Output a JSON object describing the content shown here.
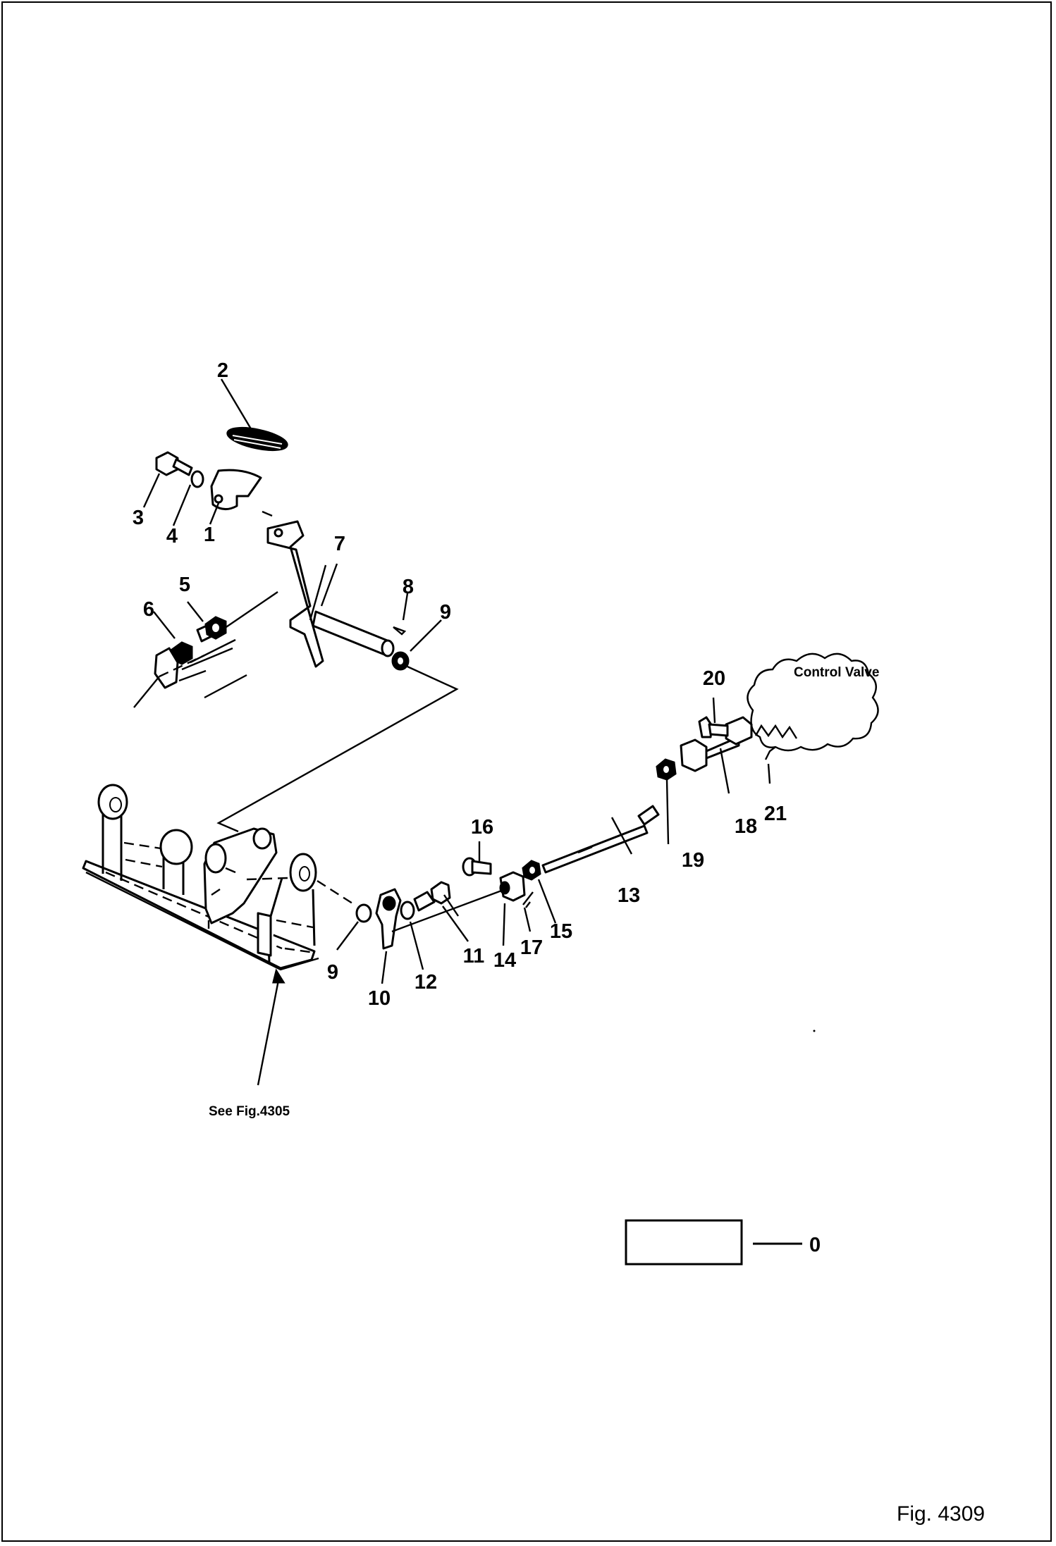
{
  "figure_label": "Fig. 4309",
  "notes": {
    "control_valve": "Control Valve",
    "see_fig": "See Fig.4305"
  },
  "legend": {
    "box_number": "0"
  },
  "part_numbers": {
    "p1": "1",
    "p2": "2",
    "p3": "3",
    "p4": "4",
    "p5": "5",
    "p6": "6",
    "p7": "7",
    "p8": "8",
    "p9a": "9",
    "p9b": "9",
    "p10": "10",
    "p11": "11",
    "p12": "12",
    "p13": "13",
    "p14": "14",
    "p15": "15",
    "p16": "16",
    "p17": "17",
    "p18": "18",
    "p19": "19",
    "p20": "20",
    "p21": "21"
  }
}
